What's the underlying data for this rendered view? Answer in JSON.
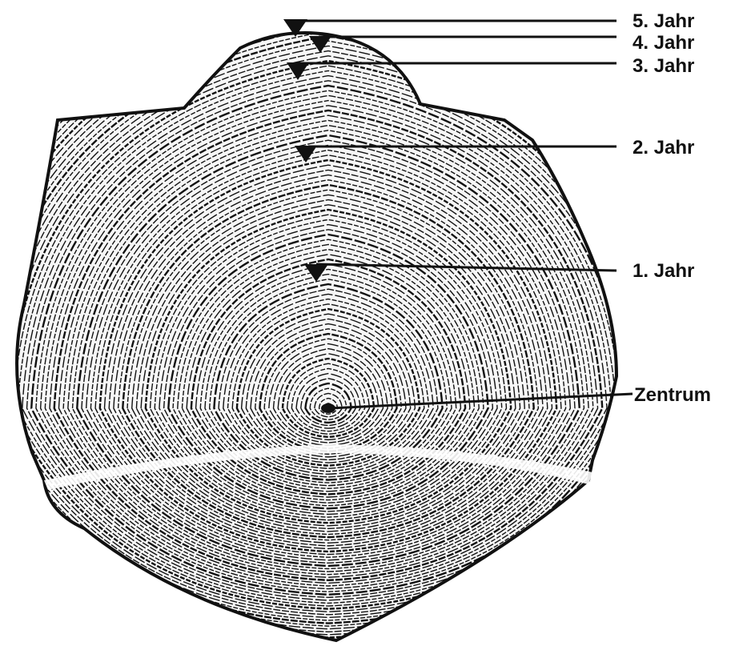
{
  "colors": {
    "background": "#ffffff",
    "ink": "#111111"
  },
  "labels": {
    "year5": "5. Jahr",
    "year4": "4. Jahr",
    "year3": "3. Jahr",
    "year2": "2. Jahr",
    "year1": "1. Jahr",
    "center": "Zentrum"
  }
}
